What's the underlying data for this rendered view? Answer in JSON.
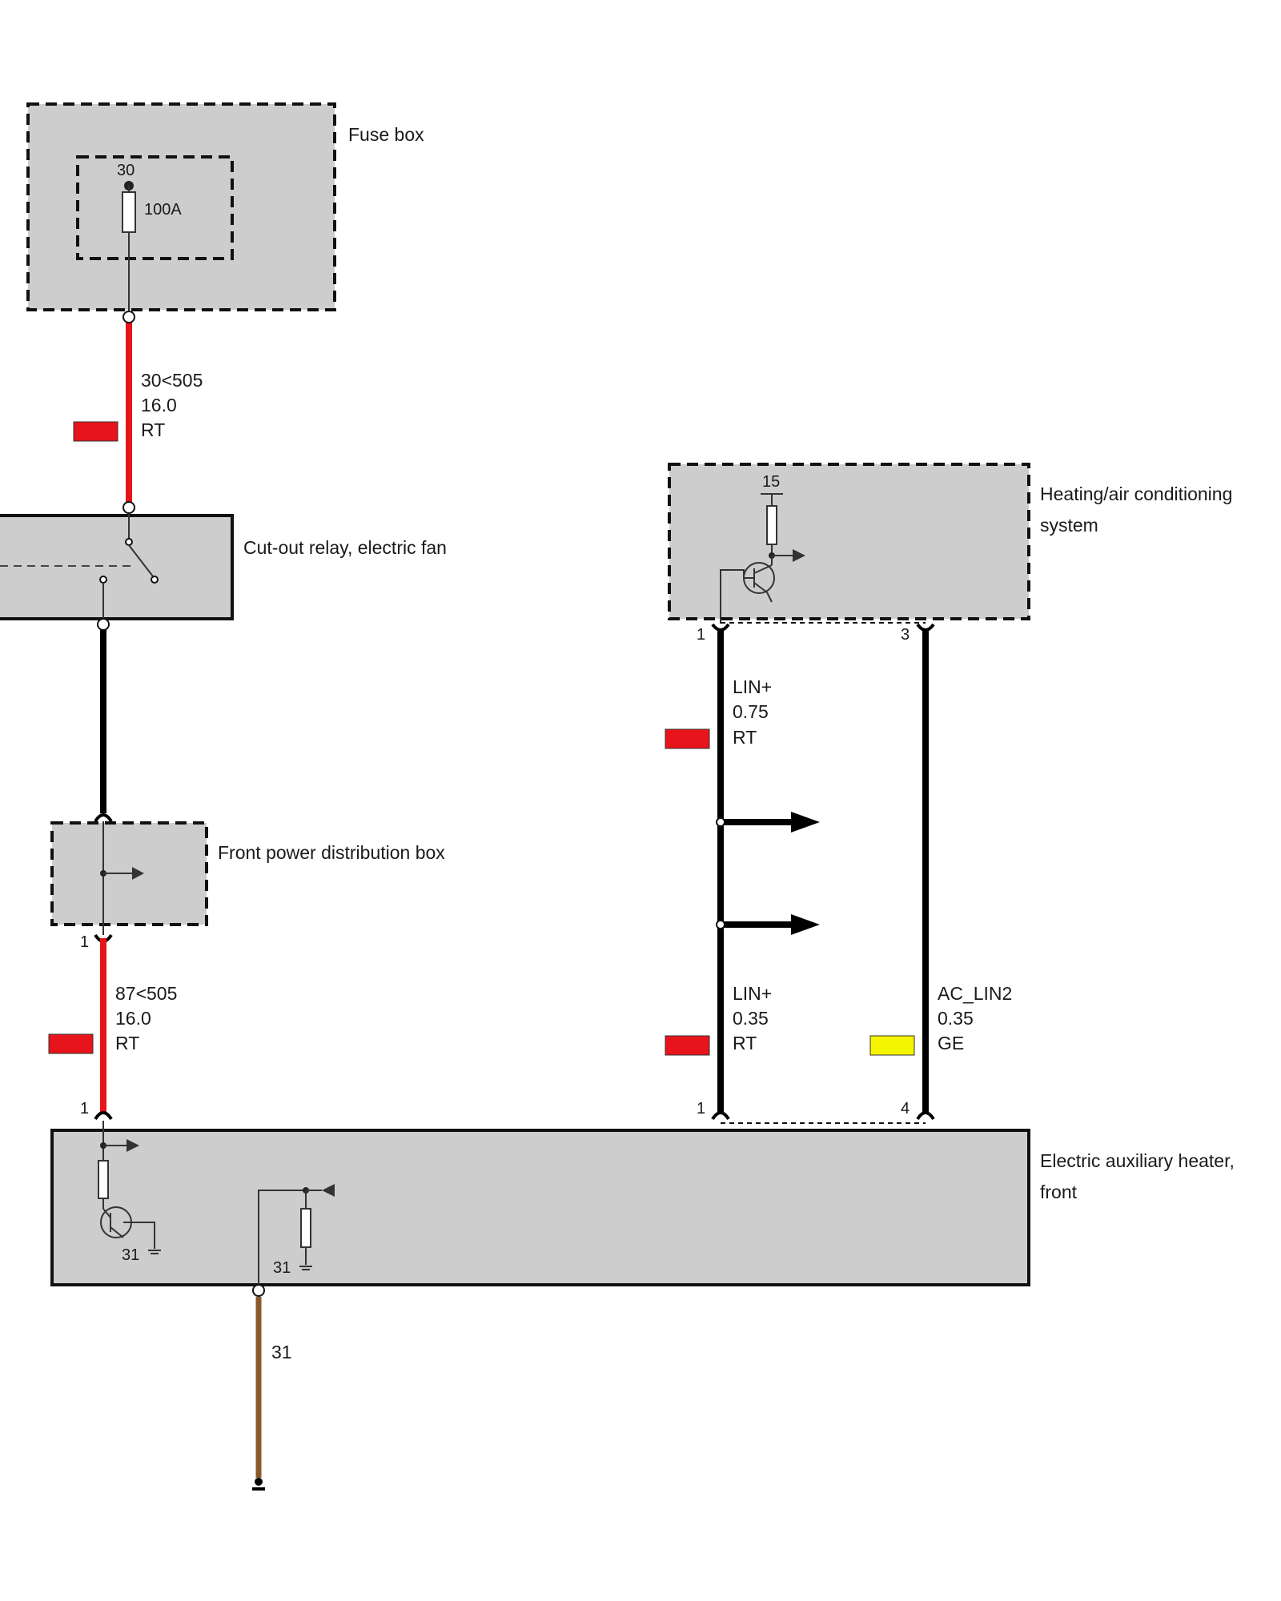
{
  "components": {
    "fuse_box": {
      "label": "Fuse box",
      "terminal": "30",
      "fuse_rating": "100A"
    },
    "relay": {
      "label": "Cut-out relay, electric fan"
    },
    "hvac": {
      "label_line1": "Heating/air conditioning",
      "label_line2": "system",
      "terminal": "15",
      "pin_left": "1",
      "pin_right": "3"
    },
    "front_pdb": {
      "label": "Front power distribution box",
      "pin": "1"
    },
    "heater": {
      "label_line1": "Electric auxiliary heater,",
      "label_line2": "front",
      "pin_left": "1",
      "pin_lin": "1",
      "pin_aclin": "4",
      "ground_left": "31",
      "ground_right": "31"
    }
  },
  "wires": {
    "w1": {
      "signal": "30<505",
      "gauge": "16.0",
      "color_code": "RT",
      "swatch": "#e8141b"
    },
    "w2": {
      "signal": "87<505",
      "gauge": "16.0",
      "color_code": "RT",
      "swatch": "#e8141b"
    },
    "w3": {
      "signal": "LIN+",
      "gauge": "0.75",
      "color_code": "RT",
      "swatch": "#e8141b"
    },
    "w4": {
      "signal": "LIN+",
      "gauge": "0.35",
      "color_code": "RT",
      "swatch": "#e8141b"
    },
    "w5": {
      "signal": "AC_LIN2",
      "gauge": "0.35",
      "color_code": "GE",
      "swatch": "#f5f500"
    },
    "ground": {
      "label": "31"
    }
  }
}
